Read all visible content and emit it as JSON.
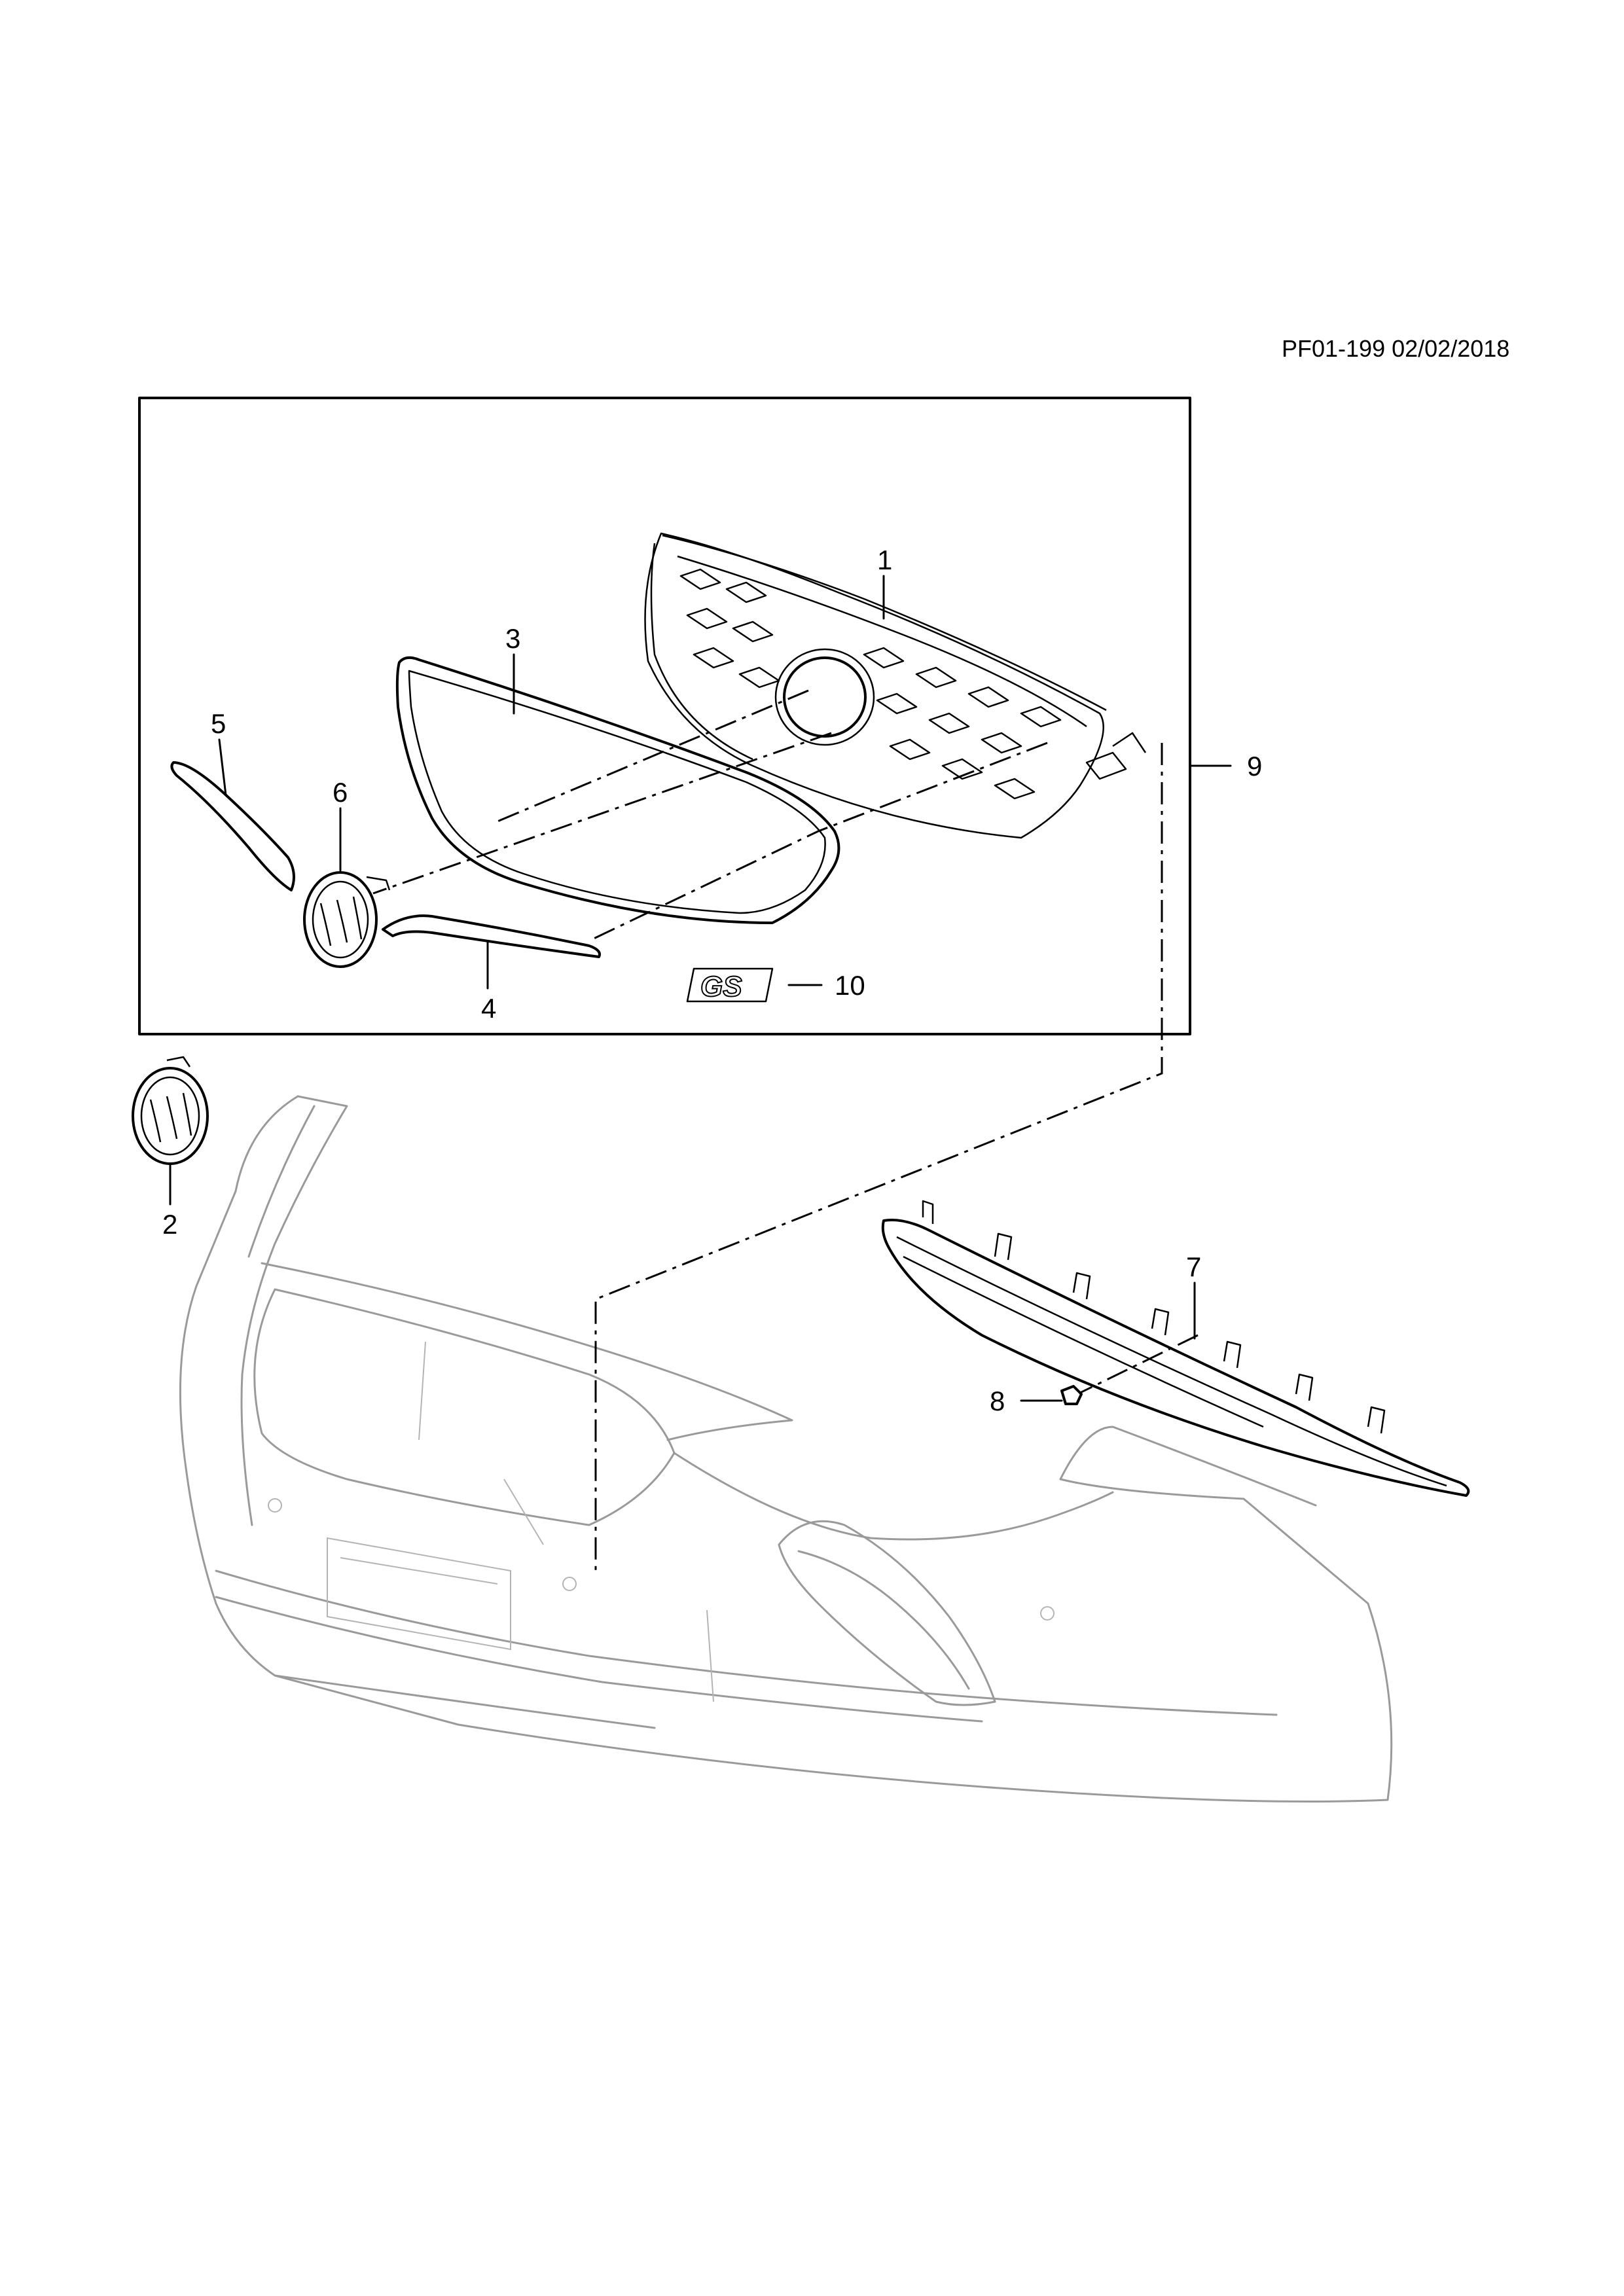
{
  "header": {
    "reference": "PF01-199 02/02/2018"
  },
  "callouts": [
    {
      "id": "1",
      "label": "1"
    },
    {
      "id": "2",
      "label": "2"
    },
    {
      "id": "3",
      "label": "3"
    },
    {
      "id": "4",
      "label": "4"
    },
    {
      "id": "5",
      "label": "5"
    },
    {
      "id": "6",
      "label": "6"
    },
    {
      "id": "7",
      "label": "7"
    },
    {
      "id": "8",
      "label": "8"
    },
    {
      "id": "9",
      "label": "9"
    },
    {
      "id": "10",
      "label": "10"
    }
  ],
  "emblem_text": "GS"
}
